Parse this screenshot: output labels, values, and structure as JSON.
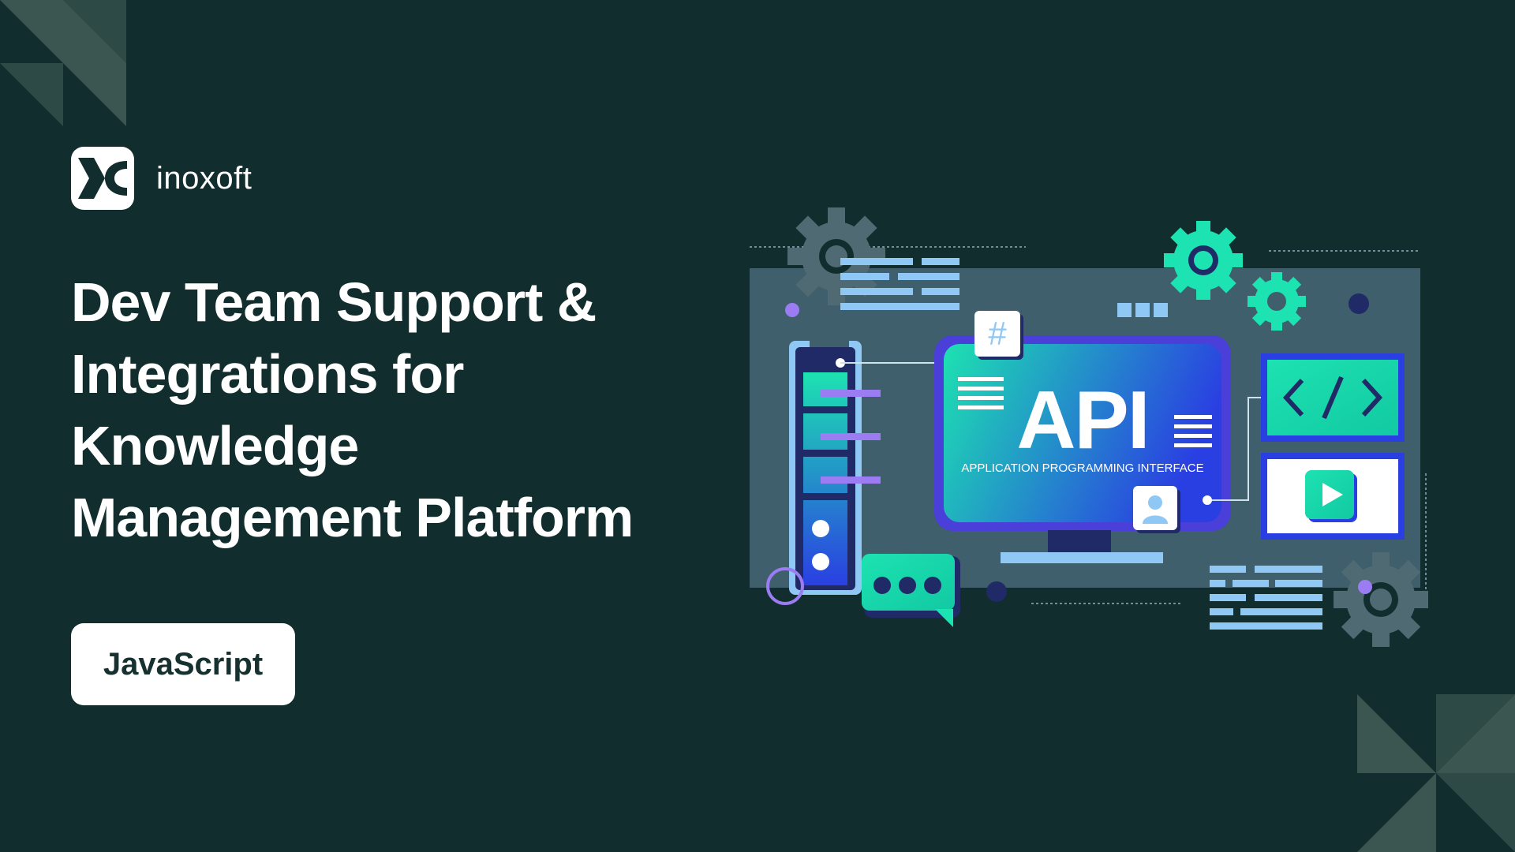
{
  "brand": {
    "name": "inoxoft",
    "logo_icon": "inoxoft-x-logo-icon"
  },
  "headline": {
    "lines": [
      "Dev Team Support &",
      "Integrations for",
      "Knowledge",
      "Management Platform"
    ]
  },
  "tag": {
    "label": "JavaScript"
  },
  "illustration": {
    "monitor_title": "API",
    "monitor_subtitle": "APPLICATION PROGRAMMING INTERFACE",
    "hash_symbol": "#",
    "icons": [
      "gear-icon",
      "hash-icon",
      "user-icon",
      "code-icon",
      "play-icon",
      "chat-bubble-icon",
      "server-icon"
    ]
  },
  "colors": {
    "background": "#112d2d",
    "panel": "#3f5f6c",
    "teal": "#1de2b1",
    "blue": "#2a3fe2",
    "purple": "#9b7cf2",
    "navy": "#1f2a66",
    "light_blue": "#8fc7f5"
  }
}
